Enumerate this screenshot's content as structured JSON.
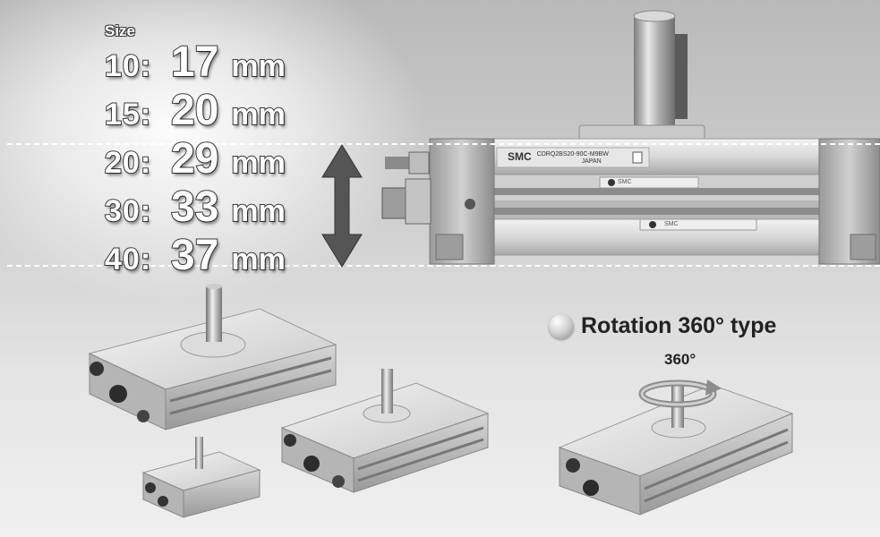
{
  "size_heading": "Size",
  "sizes": [
    {
      "key": "10:",
      "value": "17",
      "unit": "mm"
    },
    {
      "key": "15:",
      "value": "20",
      "unit": "mm"
    },
    {
      "key": "20:",
      "value": "29",
      "unit": "mm"
    },
    {
      "key": "30:",
      "value": "33",
      "unit": "mm"
    },
    {
      "key": "40:",
      "value": "37",
      "unit": "mm"
    }
  ],
  "cylinder_label": {
    "brand": "SMC",
    "model": "CDRQ2BS20-90C-M9BW",
    "origin": "JAPAN",
    "switch_brand": "SMC"
  },
  "rotation_title": "Rotation 360° type",
  "rotation_degree": "360°",
  "colors": {
    "accent_dash": "#ffffff",
    "text_outline": "#3a3a3a"
  }
}
